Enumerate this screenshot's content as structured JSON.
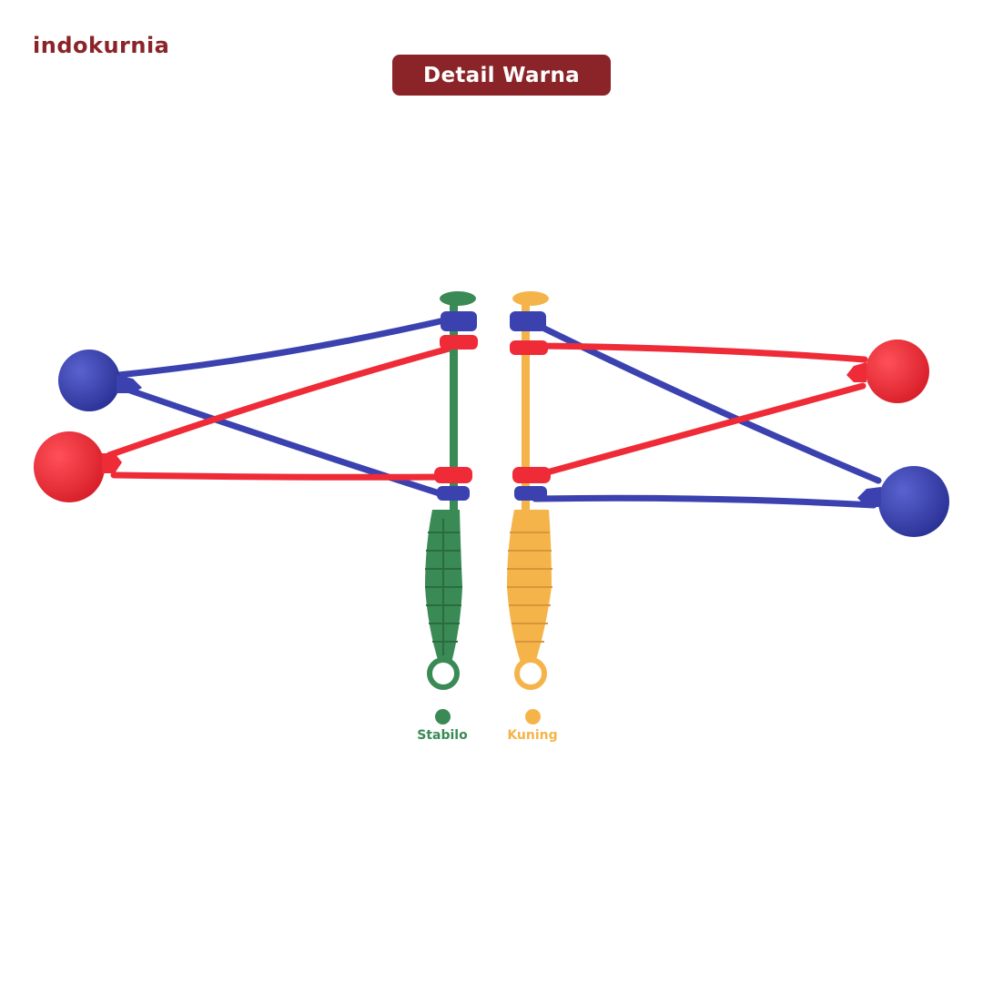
{
  "brand": {
    "name": "indokurnia",
    "color": "#8b2428"
  },
  "header": {
    "title": "Detail Warna",
    "bg": "#8b2428",
    "text_color": "#ffffff"
  },
  "product": {
    "icon": "latto-latto-toy-pair",
    "colors": {
      "blue": "#3b42b0",
      "red": "#ee2b36",
      "green": "#3a8a55",
      "yellow": "#f5b44a"
    }
  },
  "swatches": [
    {
      "label": "Stabilo",
      "color": "#3a8a55"
    },
    {
      "label": "Kuning",
      "color": "#f5b44a"
    }
  ]
}
